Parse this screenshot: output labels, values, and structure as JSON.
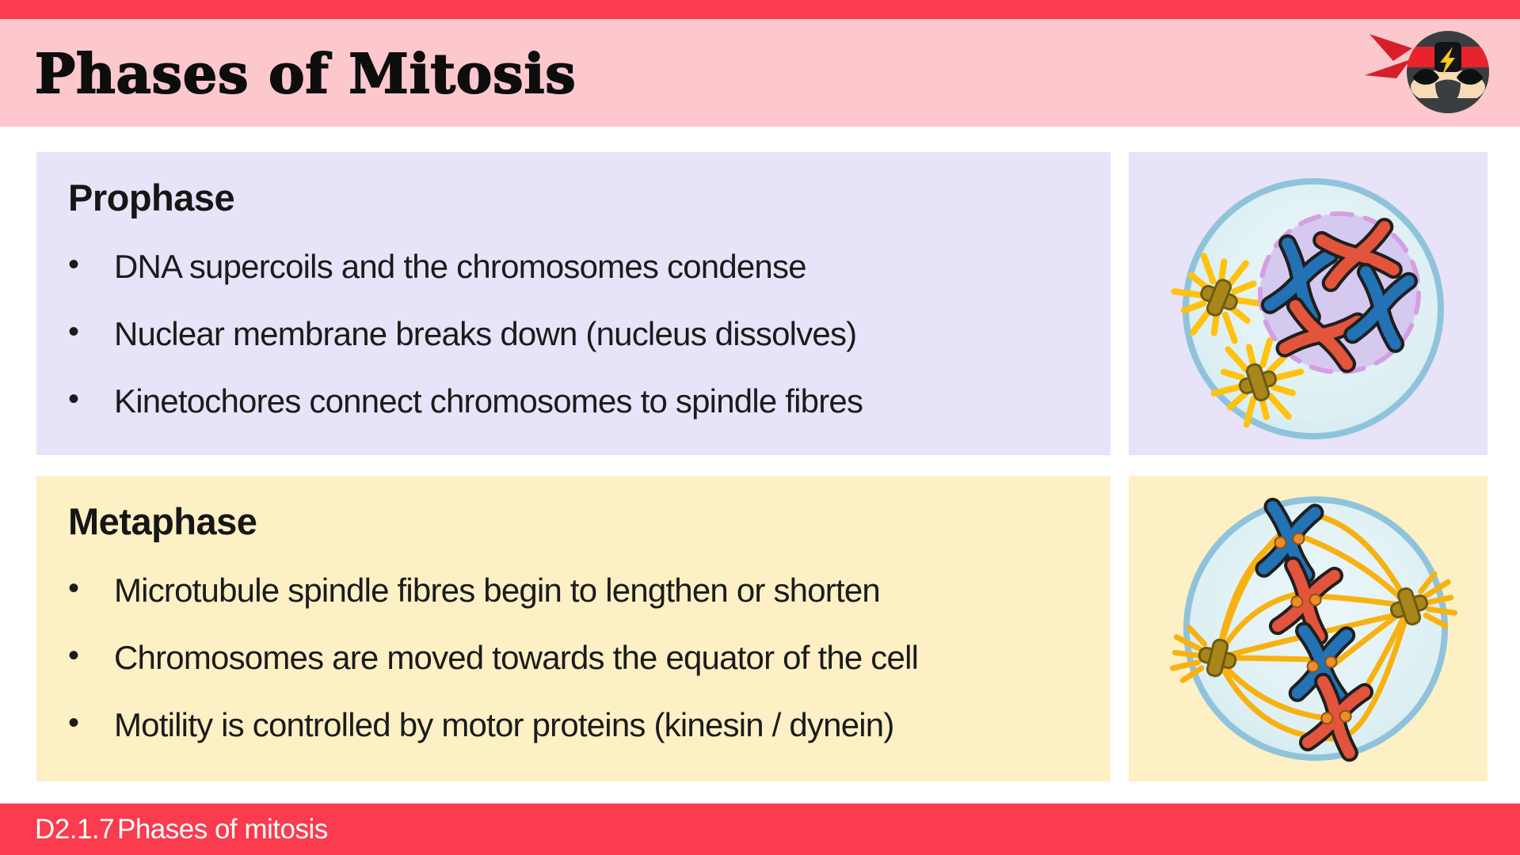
{
  "palette": {
    "bar_red": "#FB3B4E",
    "header_pink": "#FCC8CE",
    "panel_lavender": "#E8E3F9",
    "panel_yellow": "#FDF0C5",
    "text_dark": "#1B1B1B",
    "footer_text": "#FFFFFF",
    "cell_membrane": "#8FC3DB",
    "nucleus_fill": "#D6C9F0",
    "nucleus_border": "#D49FE2",
    "chromo_red": "#E2543C",
    "chromo_blue": "#2272B5",
    "centrosome": "#A8861A",
    "aster_yellow": "#FFC20E",
    "spindle_orange": "#F7B211",
    "kinetochore": "#EE8C2A"
  },
  "header": {
    "title": "Phases of Mitosis",
    "logo_icon": "ninja-icon"
  },
  "sections": [
    {
      "title": "Prophase",
      "bullets": [
        "DNA supercoils and the chromosomes condense",
        "Nuclear membrane breaks down (nucleus dissolves)",
        "Kinetochores connect chromosomes to spindle fibres"
      ],
      "diagram": "prophase-cell-diagram",
      "diagram_description": "Cell with dashed nuclear envelope containing two red and two blue condensed chromosomes; two centrosomes with radiating yellow aster microtubules"
    },
    {
      "title": "Metaphase",
      "bullets": [
        "Microtubule spindle fibres begin to lengthen or shorten",
        "Chromosomes are moved towards the equator of the cell",
        "Motility is controlled by motor proteins (kinesin / dynein)"
      ],
      "diagram": "metaphase-cell-diagram",
      "diagram_description": "Cell with yellow spindle fibres from two polar centrosomes attached to orange kinetochores of two red and two blue chromosomes aligned along the equator"
    }
  ],
  "footer": {
    "code": "D2.1.7",
    "label": "Phases of mitosis"
  }
}
